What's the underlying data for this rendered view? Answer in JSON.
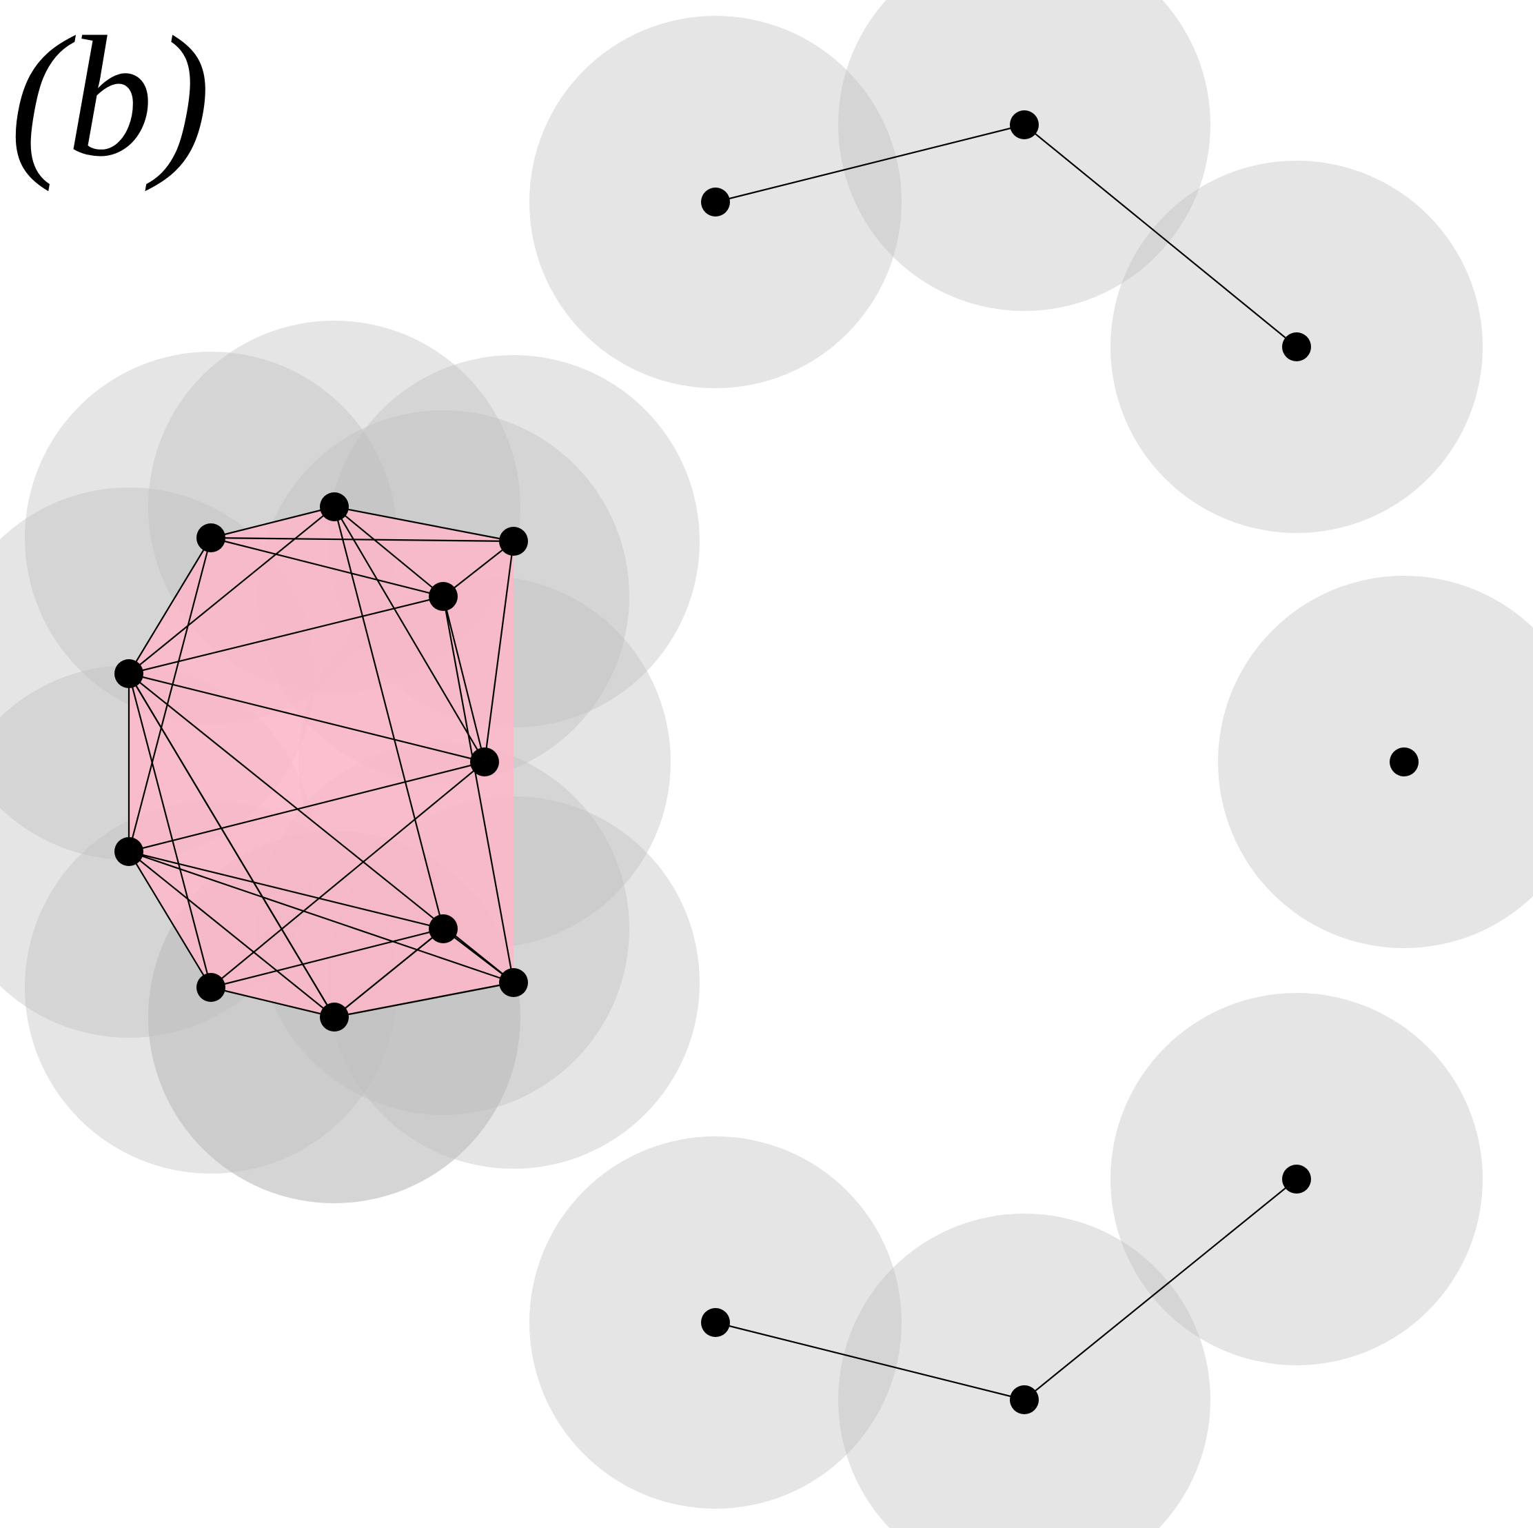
{
  "panel_label": "(b)",
  "colors": {
    "background": "#ffffff",
    "disk_fill": "#bdbdbd",
    "disk_opacity": 0.4,
    "clique_fill": "#ffb6c8",
    "clique_opacity": 0.82,
    "edge": "#000000",
    "node": "#000000"
  },
  "graph": {
    "nodes": [
      {
        "id": "top-left"
      },
      {
        "id": "top-mid"
      },
      {
        "id": "top-right"
      },
      {
        "id": "right"
      },
      {
        "id": "bottom-right"
      },
      {
        "id": "bottom-mid"
      },
      {
        "id": "bottom-left"
      },
      {
        "id": "c1"
      },
      {
        "id": "c2"
      },
      {
        "id": "c3"
      },
      {
        "id": "c4"
      },
      {
        "id": "c5"
      },
      {
        "id": "c6"
      },
      {
        "id": "c7"
      },
      {
        "id": "c8"
      },
      {
        "id": "c9"
      },
      {
        "id": "c10"
      },
      {
        "id": "c11"
      },
      {
        "id": "c12"
      }
    ],
    "edges": [
      [
        "top-left",
        "top-mid"
      ],
      [
        "top-mid",
        "top-right"
      ],
      [
        "bottom-left",
        "bottom-mid"
      ],
      [
        "bottom-mid",
        "bottom-right"
      ],
      [
        "c1",
        "c2"
      ],
      [
        "c1",
        "c3"
      ],
      [
        "c1",
        "c4"
      ],
      [
        "c1",
        "c5"
      ],
      [
        "c1",
        "c6"
      ],
      [
        "c1",
        "c8"
      ],
      [
        "c2",
        "c3"
      ],
      [
        "c2",
        "c4"
      ],
      [
        "c2",
        "c5"
      ],
      [
        "c2",
        "c7"
      ],
      [
        "c3",
        "c4"
      ],
      [
        "c3",
        "c6"
      ],
      [
        "c4",
        "c5"
      ],
      [
        "c4",
        "c6"
      ],
      [
        "c4",
        "c10"
      ],
      [
        "c5",
        "c6"
      ],
      [
        "c5",
        "c7"
      ],
      [
        "c5",
        "c10"
      ],
      [
        "c5",
        "c11"
      ],
      [
        "c5",
        "c12"
      ],
      [
        "c5",
        "c9"
      ],
      [
        "c6",
        "c7"
      ],
      [
        "c6",
        "c9"
      ],
      [
        "c7",
        "c8"
      ],
      [
        "c7",
        "c10"
      ],
      [
        "c7",
        "c11"
      ],
      [
        "c7",
        "c9"
      ],
      [
        "c8",
        "c9"
      ],
      [
        "c8",
        "c10"
      ],
      [
        "c8",
        "c11"
      ],
      [
        "c8",
        "c12"
      ],
      [
        "c9",
        "c11"
      ],
      [
        "c10",
        "c11"
      ],
      [
        "c10",
        "c12"
      ],
      [
        "c11",
        "c12"
      ]
    ],
    "clique": [
      "c1",
      "c2",
      "c3",
      "c4",
      "c5",
      "c6",
      "c7",
      "c8",
      "c9",
      "c10",
      "c11",
      "c12"
    ]
  }
}
